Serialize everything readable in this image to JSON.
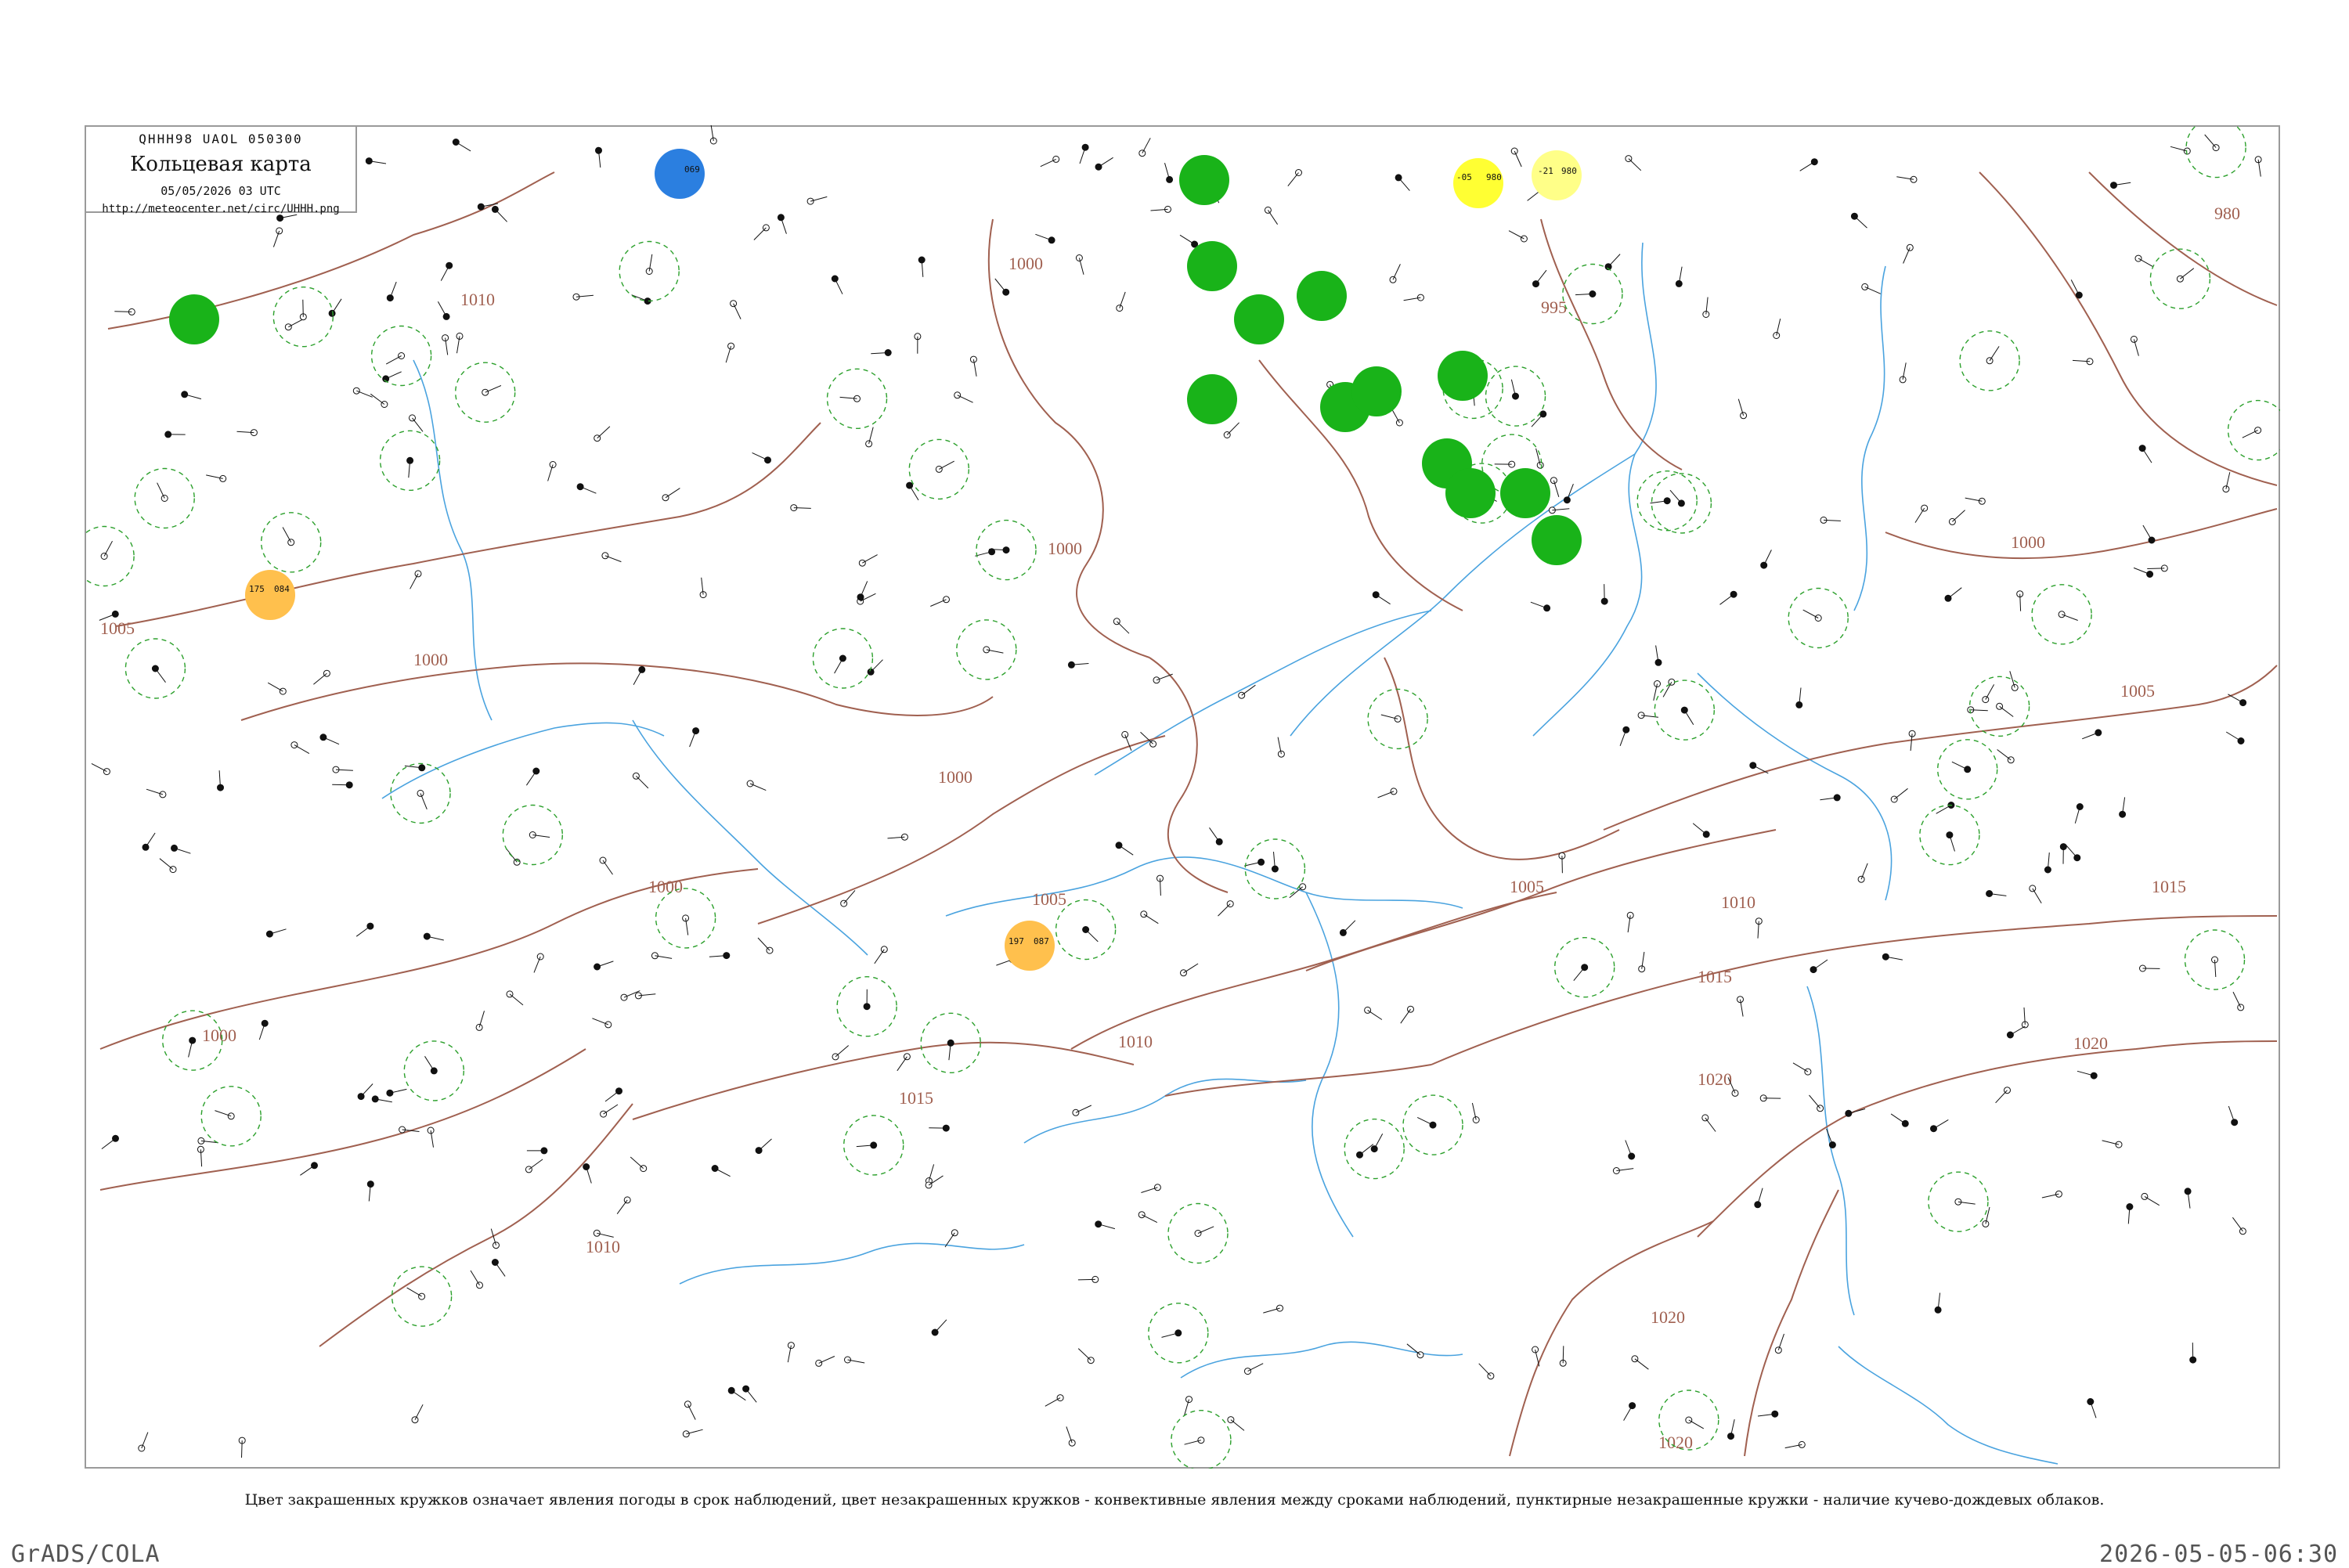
{
  "header": {
    "code": "QHHH98  UAOL  050300",
    "title": "Кольцевая карта",
    "date": "05/05/2026 03 UTC",
    "url": "http://meteocenter.net/circ/UHHH.png"
  },
  "caption": "Цвет закрашенных кружков означает явления погоды в срок наблюдений, цвет незакрашенных кружков - конвективные явления между сроками наблюдений, пунктирные незакрашенные кружки - наличие кучево-дождевых облаков.",
  "footer": {
    "left": "GrADS/COLA",
    "right": "2026-05-05-06:30"
  },
  "colors": {
    "isobar": "#a06050",
    "river": "#4aa3df",
    "precip_green": "#19b319",
    "fog_yellow": "#ffff33",
    "haze_orange": "#ffc04d",
    "snow_blue": "#2b7fe0",
    "cb_dashed": "#2ca02c"
  },
  "isobars": [
    {
      "label": "1010"
    },
    {
      "label": "1005"
    },
    {
      "label": "1000"
    },
    {
      "label": "1000"
    },
    {
      "label": "1000"
    },
    {
      "label": "1000"
    },
    {
      "label": "1005"
    },
    {
      "label": "1010"
    },
    {
      "label": "1015"
    },
    {
      "label": "1020"
    },
    {
      "label": "1005"
    },
    {
      "label": "1010"
    },
    {
      "label": "1015"
    },
    {
      "label": "1020"
    },
    {
      "label": "1000"
    },
    {
      "label": "995"
    },
    {
      "label": "980"
    },
    {
      "label": "1000"
    },
    {
      "label": "1005"
    },
    {
      "label": "1000"
    },
    {
      "label": "1010"
    },
    {
      "label": "1015"
    },
    {
      "label": "1020"
    },
    {
      "label": "1020"
    }
  ],
  "stations": [
    {
      "id": "32098",
      "t": "-05",
      "p": "980",
      "kind": "yellow"
    },
    {
      "id": "31286",
      "t": "-21",
      "p": "980",
      "kind": "yellow"
    },
    {
      "id": "30692",
      "t": "175",
      "p": "084",
      "kind": "orange"
    },
    {
      "id": "31735",
      "t": "197",
      "p": "087",
      "kind": "orange"
    },
    {
      "id": "25551",
      "t": "",
      "p": "069",
      "kind": "blue"
    },
    {
      "id": "31388",
      "t": "",
      "p": "",
      "kind": "green"
    },
    {
      "id": "31369",
      "t": "",
      "p": "",
      "kind": "green"
    },
    {
      "id": "31510",
      "t": "",
      "p": "",
      "kind": "green"
    },
    {
      "id": "31594",
      "t": "",
      "p": "",
      "kind": "green"
    },
    {
      "id": "30054",
      "t": "",
      "p": "",
      "kind": "green"
    },
    {
      "id": "31705",
      "t": "",
      "p": "",
      "kind": "green"
    }
  ]
}
